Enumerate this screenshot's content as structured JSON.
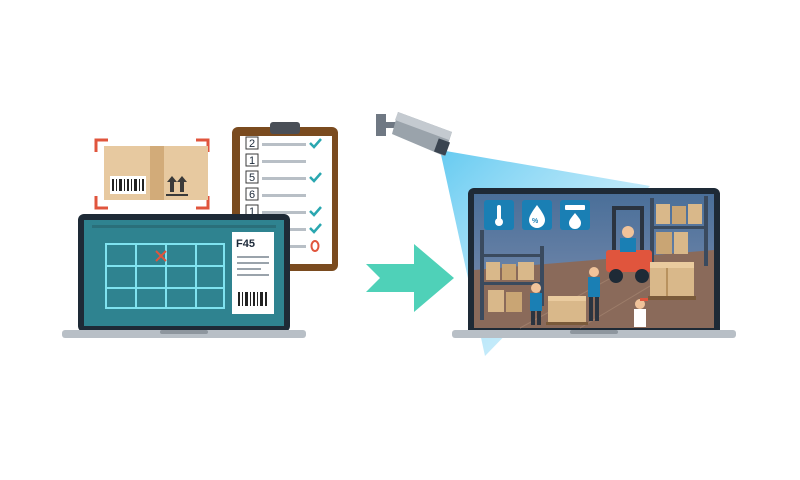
{
  "left_laptop": {
    "label": "F45",
    "colors": {
      "screen": "#2f8390",
      "grid": "#7fe3f0",
      "bezel": "#1e2a36",
      "base": "#b8bfc6"
    }
  },
  "clipboard": {
    "rows": [
      {
        "number": "2",
        "mark": "check-icon"
      },
      {
        "number": "1",
        "mark": "none"
      },
      {
        "number": "5",
        "mark": "check-icon"
      },
      {
        "number": "6",
        "mark": "none"
      },
      {
        "number": "1",
        "mark": "check-icon"
      },
      {
        "number": "",
        "mark": "check-icon"
      },
      {
        "number": "",
        "mark": "circle-icon"
      }
    ],
    "colors": {
      "board": "#7a4b1f",
      "check": "#2aa7b0",
      "circle": "#e0553d"
    }
  },
  "scanned_box": {
    "colors": {
      "box": "#e7c9a0",
      "frame": "#e0553d"
    }
  },
  "arrow": {
    "icon": "arrow-right-icon",
    "color": "#4fd1b8"
  },
  "camera": {
    "icon": "security-camera-icon",
    "beam_color": "#5ec8f0"
  },
  "right_laptop": {
    "status_icons": [
      "thermometer-icon",
      "humidity-icon",
      "fire-alarm-icon"
    ],
    "colors": {
      "bezel": "#1e2a36",
      "icon_tile": "#1a7fb4",
      "floor": "#8a6a5a"
    }
  }
}
